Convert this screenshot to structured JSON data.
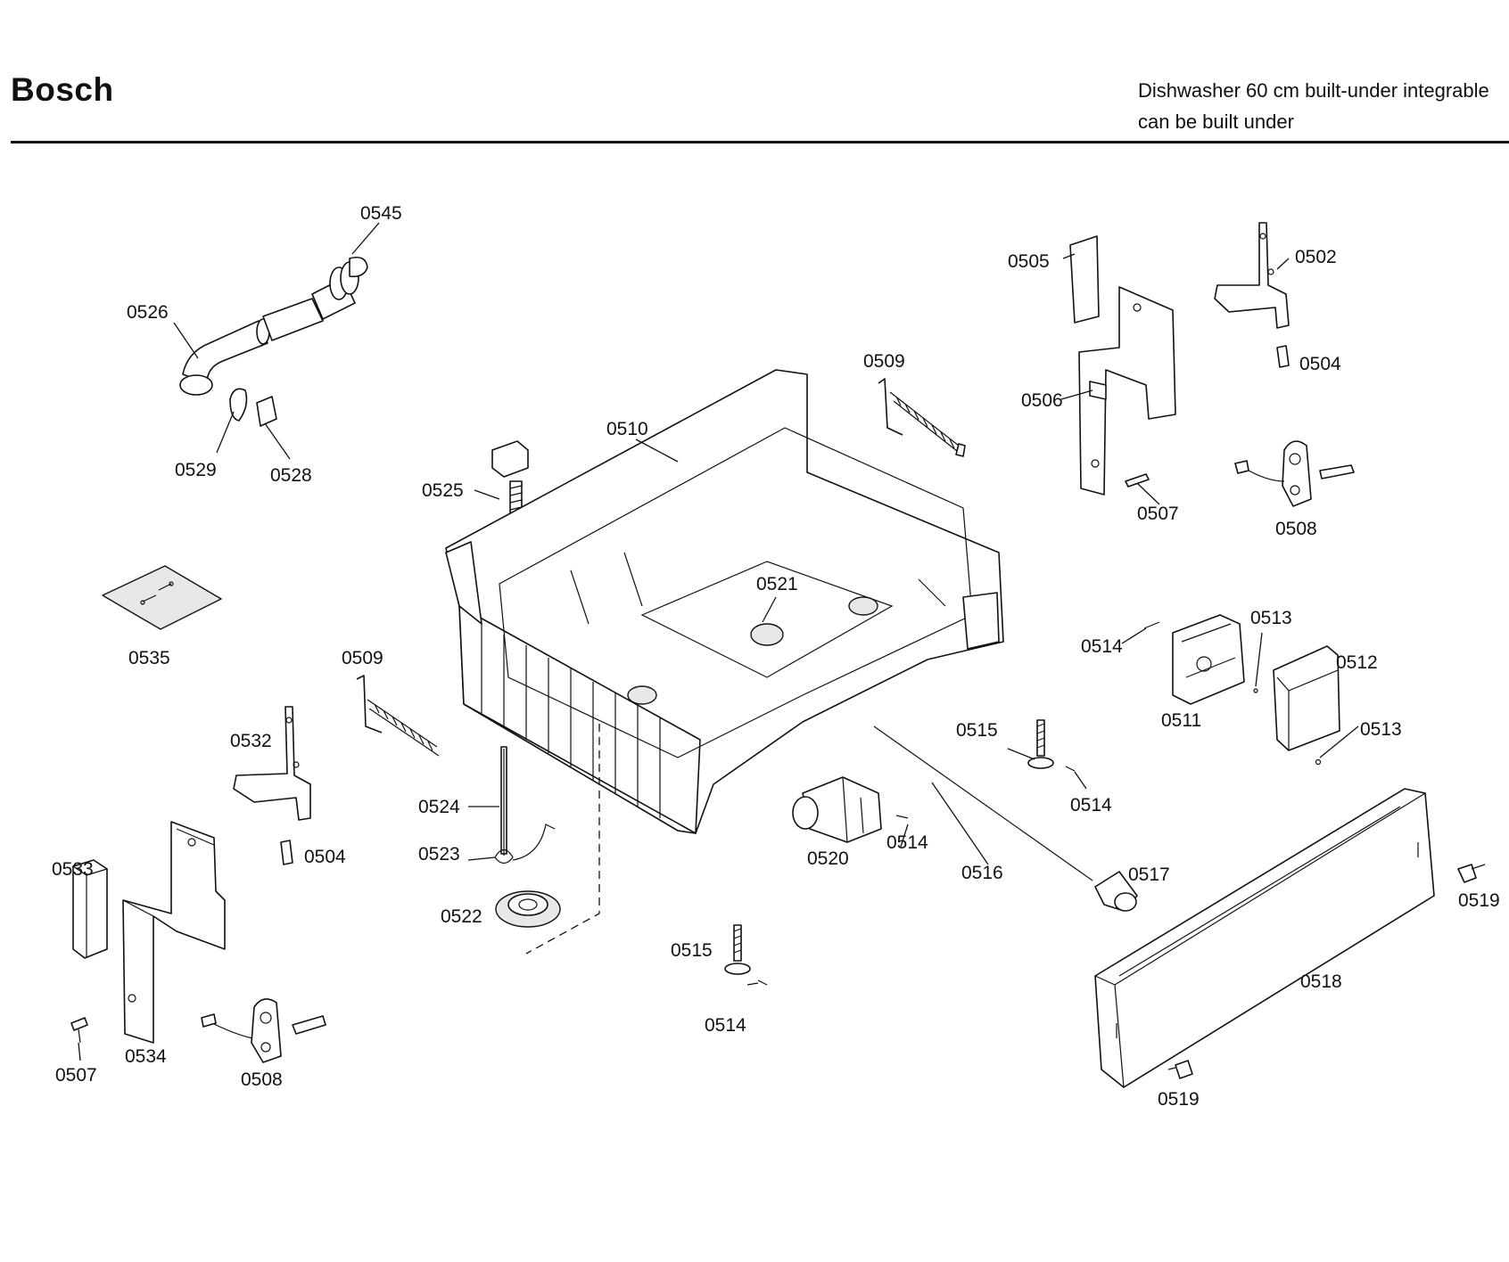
{
  "header": {
    "brand": "Bosch",
    "subtitle_line1": "Dishwasher 60 cm built-under integrable",
    "subtitle_line2": "can be built under"
  },
  "part_labels": [
    "0545",
    "0526",
    "0529",
    "0528",
    "0505",
    "0502",
    "0504",
    "0506",
    "0507",
    "0508",
    "0509",
    "0510",
    "0525",
    "0535",
    "0521",
    "0514",
    "0513",
    "0511",
    "0512",
    "0515",
    "0532",
    "0524",
    "0523",
    "0522",
    "0520",
    "0516",
    "0517",
    "0519",
    "0533",
    "0534",
    "0518"
  ]
}
